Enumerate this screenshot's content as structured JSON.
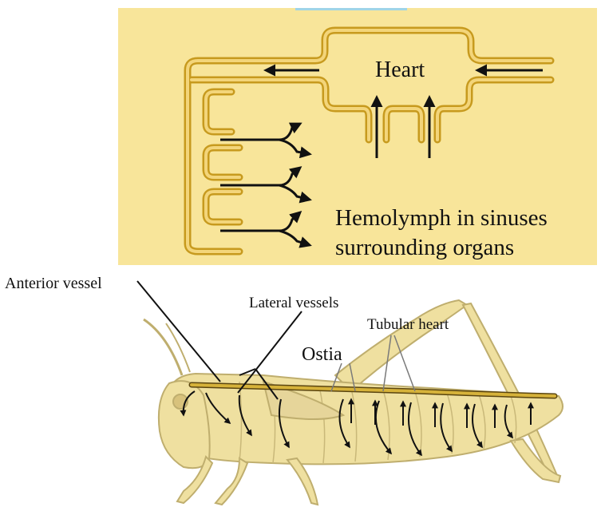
{
  "colors": {
    "panel": "#f8e59a",
    "vessel_outer": "#c79a1e",
    "vessel_inner": "#f3d57a",
    "insect_fill": "#efe0a0",
    "insect_line": "#bfae6e",
    "heart_tube": "#d6b23a",
    "arrow": "#111111"
  },
  "labels": {
    "heart": "Heart",
    "hemolymph_line1": "Hemolymph in sinuses",
    "hemolymph_line2": "surrounding organs",
    "anterior_vessel": "Anterior vessel",
    "lateral_vessels": "Lateral vessels",
    "tubular_heart": "Tubular heart",
    "ostia": "Ostia"
  }
}
